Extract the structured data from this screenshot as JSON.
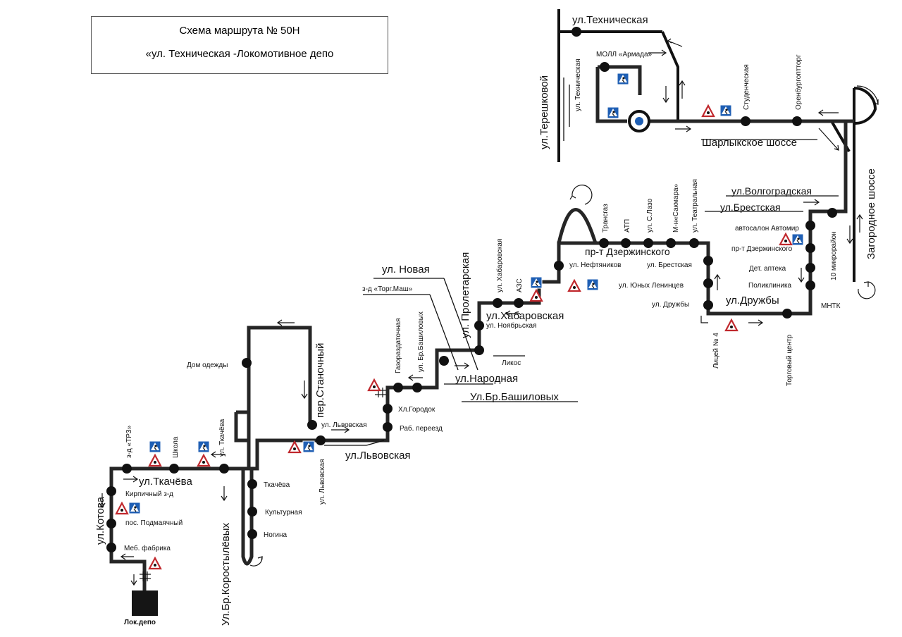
{
  "title": {
    "line1": "Схема маршрута № 50Н",
    "line2": "«ул. Техническая -Локомотивное депо"
  },
  "depot": "Лок.депо",
  "streets": {
    "tekhnicheskaya": "ул.Техническая",
    "tereshkovoy": "ул.Терешковой",
    "sharlykskoe": "Шарлыкское шоссе",
    "zagorodnoe": "Загородное шоссе",
    "volgogradskaya": "ул.Волгоградская",
    "brestskaya": "ул.Брестская",
    "dzerzhinskogo": "пр-т Дзержинского",
    "druzhby": "ул.Дружбы",
    "khabarovskaya": "ул.Хабаровская",
    "proletarskaya": "ул. Пролетарская",
    "novaya": "ул. Новая",
    "narodnaya": "ул.Народная",
    "bashilovykh": "Ул.Бр.Башиловых",
    "stanochny": "пер.Станочный",
    "lvovskaya": "ул.Львовская",
    "korostylevykh": "Ул.Бр.Коростылёвых",
    "tkachyova": "ул.Ткачёва",
    "kotova": "ул.Котова"
  },
  "stops": {
    "moll": "МОЛЛ «Армада»",
    "tekh_side": "ул. Техническая",
    "studencheskaya": "Студенческая",
    "orenburgoptorg": "Оренбургоптторг",
    "mikrorayon10": "10 микрорайон",
    "avtosalon": "автосалон Автомир",
    "dzerzh_stop": "пр-т Дзержинского",
    "apteka": "Дет. аптека",
    "poliklinika": "Поликлиника",
    "mntk": "МНТК",
    "torg_centr": "Торговый центр",
    "litsey4": "Лицей № 4",
    "druzhby_stop": "ул. Дружбы",
    "yunykh": "ул. Юных Ленинцев",
    "brestskaya_stop": "ул. Брестская",
    "teatralnaya": "ул. Театральная",
    "sakmara": "М-н«Сакмара»",
    "lazo": "ул. С.Лазо",
    "atp": "АТП",
    "transgaz": "Трансгаз",
    "neftyanikov": "ул. Нефтяников",
    "azs": "АЗС",
    "khab_stop": "ул. Хабаровская",
    "noyabrskaya": "ул. Ноябрьская",
    "likos": "Ликос",
    "torgmash": "з-д «Торг.Маш»",
    "bashil_stop": "ул. Бр.Башиловых",
    "gazorazd": "Газоразда­точная",
    "khl_gorodok": "Хл.Городок",
    "rab_pereezd": "Раб. переезд",
    "lvov_stop": "ул. Львовская",
    "lvov_stop2": "ул. Львовская",
    "dom_odezhdy": "Дом одежды",
    "tkach_stop": "ул. Ткачёва",
    "tkachyova": "Ткачёва",
    "kulturnaya": "Культурная",
    "nogina": "Ногина",
    "shkola": "Школа",
    "trz": "з-д «ТРЗ»",
    "kirpichny": "Кирпичный з-д",
    "podmayachny": "пос. Подмаячный",
    "meb_fabrika": "Меб. фабрика"
  },
  "icons": [
    "pedestrian-crossing-icon",
    "warning-triangle-icon",
    "railway-crossing-icon",
    "roundabout-icon",
    "stop-marker-icon",
    "direction-arrow-icon"
  ],
  "colors": {
    "route": "#262626",
    "sign_blue": "#1f5fb4",
    "sign_red": "#c0282d"
  }
}
